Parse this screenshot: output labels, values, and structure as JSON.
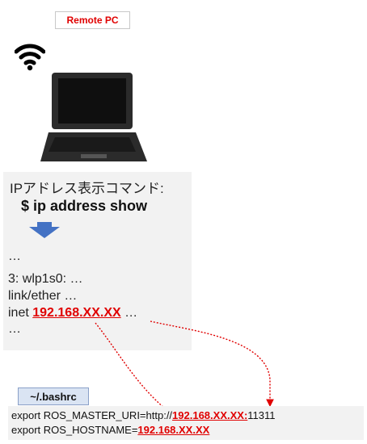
{
  "remote_label": "Remote PC",
  "terminal": {
    "title": "IPアドレス表示コマンド:",
    "command": "$ ip address show",
    "lines": {
      "dots1": "…",
      "iface": "3: wlp1s0: …",
      "link": "link/ether …",
      "inet_prefix": "inet ",
      "inet_ip": "192.168.XX.XX",
      "inet_suffix": " …",
      "dots2": "…"
    }
  },
  "bashrc": {
    "label": "~/.bashrc",
    "master_prefix": "export ROS_MASTER_URI=http://",
    "master_ip": "192.168.XX.XX:",
    "master_port": "11311",
    "hostname_prefix": "export ROS_HOSTNAME=",
    "hostname_ip": "192.168.XX.XX"
  },
  "colors": {
    "highlight": "#e00000",
    "arrow_blue": "#4472c4",
    "panel_gray": "#f2f2f2"
  },
  "icons": [
    "wifi-icon",
    "laptop-icon",
    "down-arrow-icon"
  ]
}
